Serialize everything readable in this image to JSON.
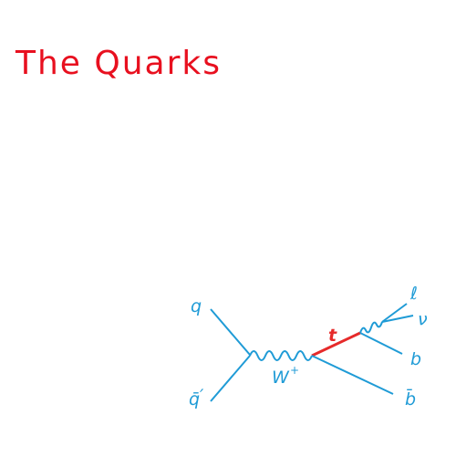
{
  "slide": {
    "title": "The Quarks",
    "title_color": "#e8101f"
  },
  "diagram": {
    "line_color": "#1f9bd6",
    "top_quark_color": "#e62a2a",
    "labels": {
      "q": "q",
      "q_bar": "q̄",
      "q_bar_prime": "′",
      "w_boson": "W",
      "w_charge": "+",
      "top": "t",
      "lepton": "ℓ",
      "neutrino": "ν",
      "b": "b",
      "b_bar": "b̄"
    }
  }
}
